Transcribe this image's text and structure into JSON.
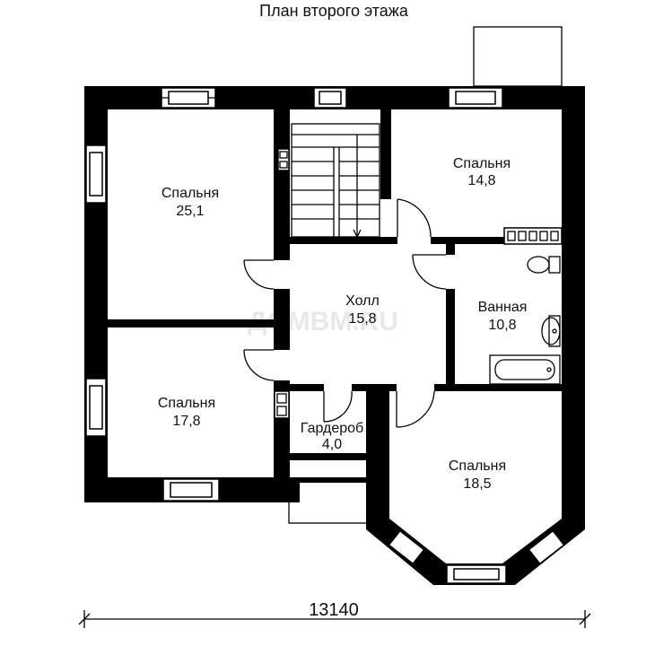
{
  "title": "План второго этажа",
  "watermark": "ДОМВМ.RU",
  "dimension": "13140",
  "rooms": {
    "bedroom_nw": {
      "name": "Спальня",
      "area": "25,1"
    },
    "bedroom_ne": {
      "name": "Спальня",
      "area": "14,8"
    },
    "hall": {
      "name": "Холл",
      "area": "15,8"
    },
    "bathroom": {
      "name": "Ванная",
      "area": "10,8"
    },
    "bedroom_sw": {
      "name": "Спальня",
      "area": "17,8"
    },
    "wardrobe": {
      "name": "Гардероб",
      "area": "4,0"
    },
    "bedroom_se": {
      "name": "Спальня",
      "area": "18,5"
    }
  }
}
